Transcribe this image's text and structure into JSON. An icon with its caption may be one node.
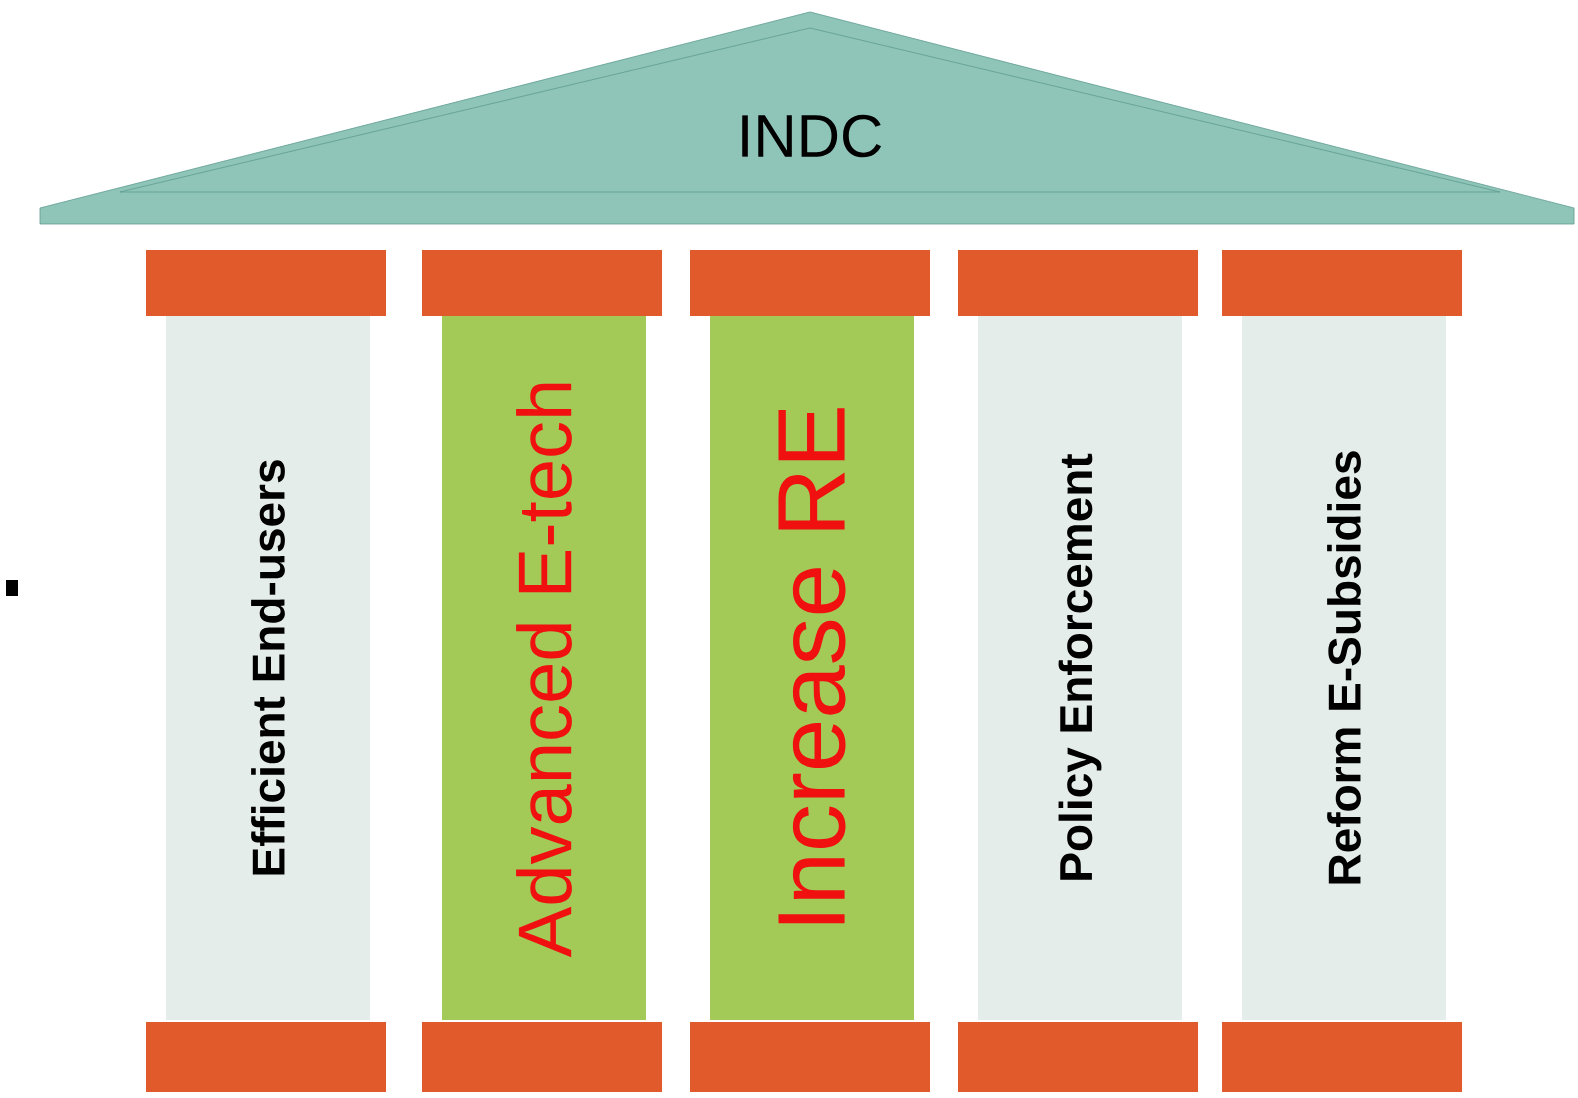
{
  "diagram": {
    "nodes": [
      {
        "text": [
          "INDC"
        ]
      },
      {
        "text": [
          "Efficient End-users"
        ]
      },
      {
        "text": [
          "Advanced E-tech"
        ]
      },
      {
        "text": [
          "Increase RE"
        ]
      },
      {
        "text": [
          "Policy  Enforcement"
        ]
      },
      {
        "text": [
          "Reform E-Subsidies"
        ]
      }
    ]
  }
}
